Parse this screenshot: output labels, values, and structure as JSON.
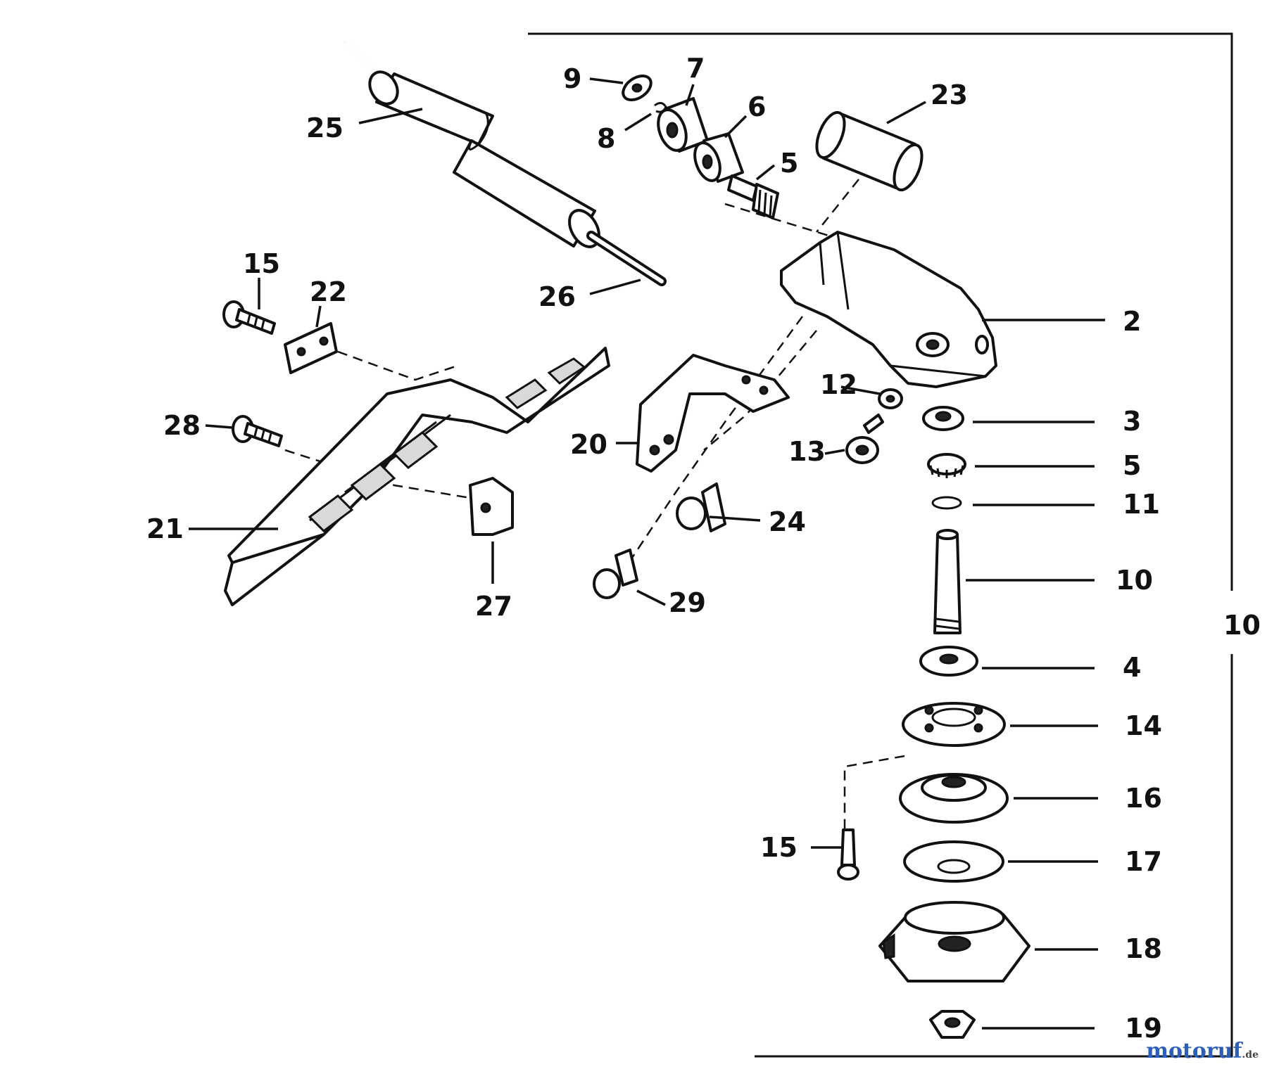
{
  "labels": {
    "p25": "25",
    "p26": "26",
    "p9": "9",
    "p8": "8",
    "p7": "7",
    "p6": "6",
    "p5a": "5",
    "p23": "23",
    "p2": "2",
    "p15a": "15",
    "p22": "22",
    "p28": "28",
    "p21": "21",
    "p27": "27",
    "p20": "20",
    "p12": "12",
    "p13": "13",
    "p24": "24",
    "p29": "29",
    "p3": "3",
    "p5b": "5",
    "p11": "11",
    "p10a": "10",
    "p10b": "10",
    "p4": "4",
    "p14": "14",
    "p16": "16",
    "p15b": "15",
    "p17": "17",
    "p18": "18",
    "p19": "19"
  },
  "watermark": {
    "brand": "motoruf",
    "tld": ".de",
    "color": "#2b5fb8"
  }
}
